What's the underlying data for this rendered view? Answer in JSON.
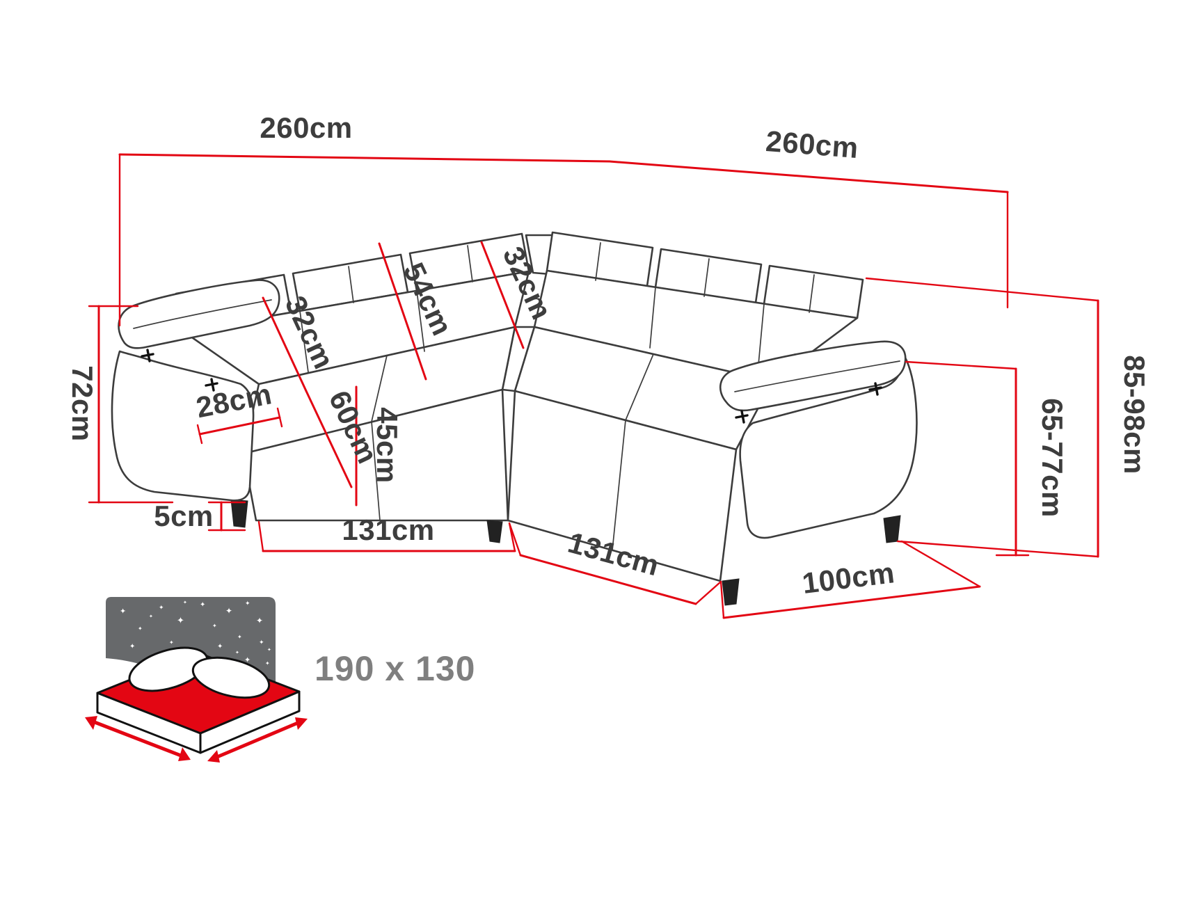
{
  "colors": {
    "dimension": "#e30613",
    "outline": "#3c3c3c",
    "label-text": "#3d3d3d",
    "sleep-gray": "#67696b",
    "sleep-text": "#7f7f7f",
    "mattress-red": "#e30613"
  },
  "dimensions": {
    "left_width": "260cm",
    "right_width": "260cm",
    "armrest_height": "72cm",
    "headrest_left_height": "32cm",
    "backrest_total_height": "54cm",
    "headrest_right_height": "32cm",
    "seat_depth": "60cm",
    "seat_height": "45cm",
    "armrest_width": "28cm",
    "leg_height": "5cm",
    "left_seat_width": "131cm",
    "right_seat_width": "131cm",
    "side_depth": "100cm",
    "total_height_range": "85-98cm",
    "backrest_height_range": "65-77cm"
  },
  "sleeping_function": {
    "size_label": "190 x 130",
    "star_glyph": "✦"
  }
}
